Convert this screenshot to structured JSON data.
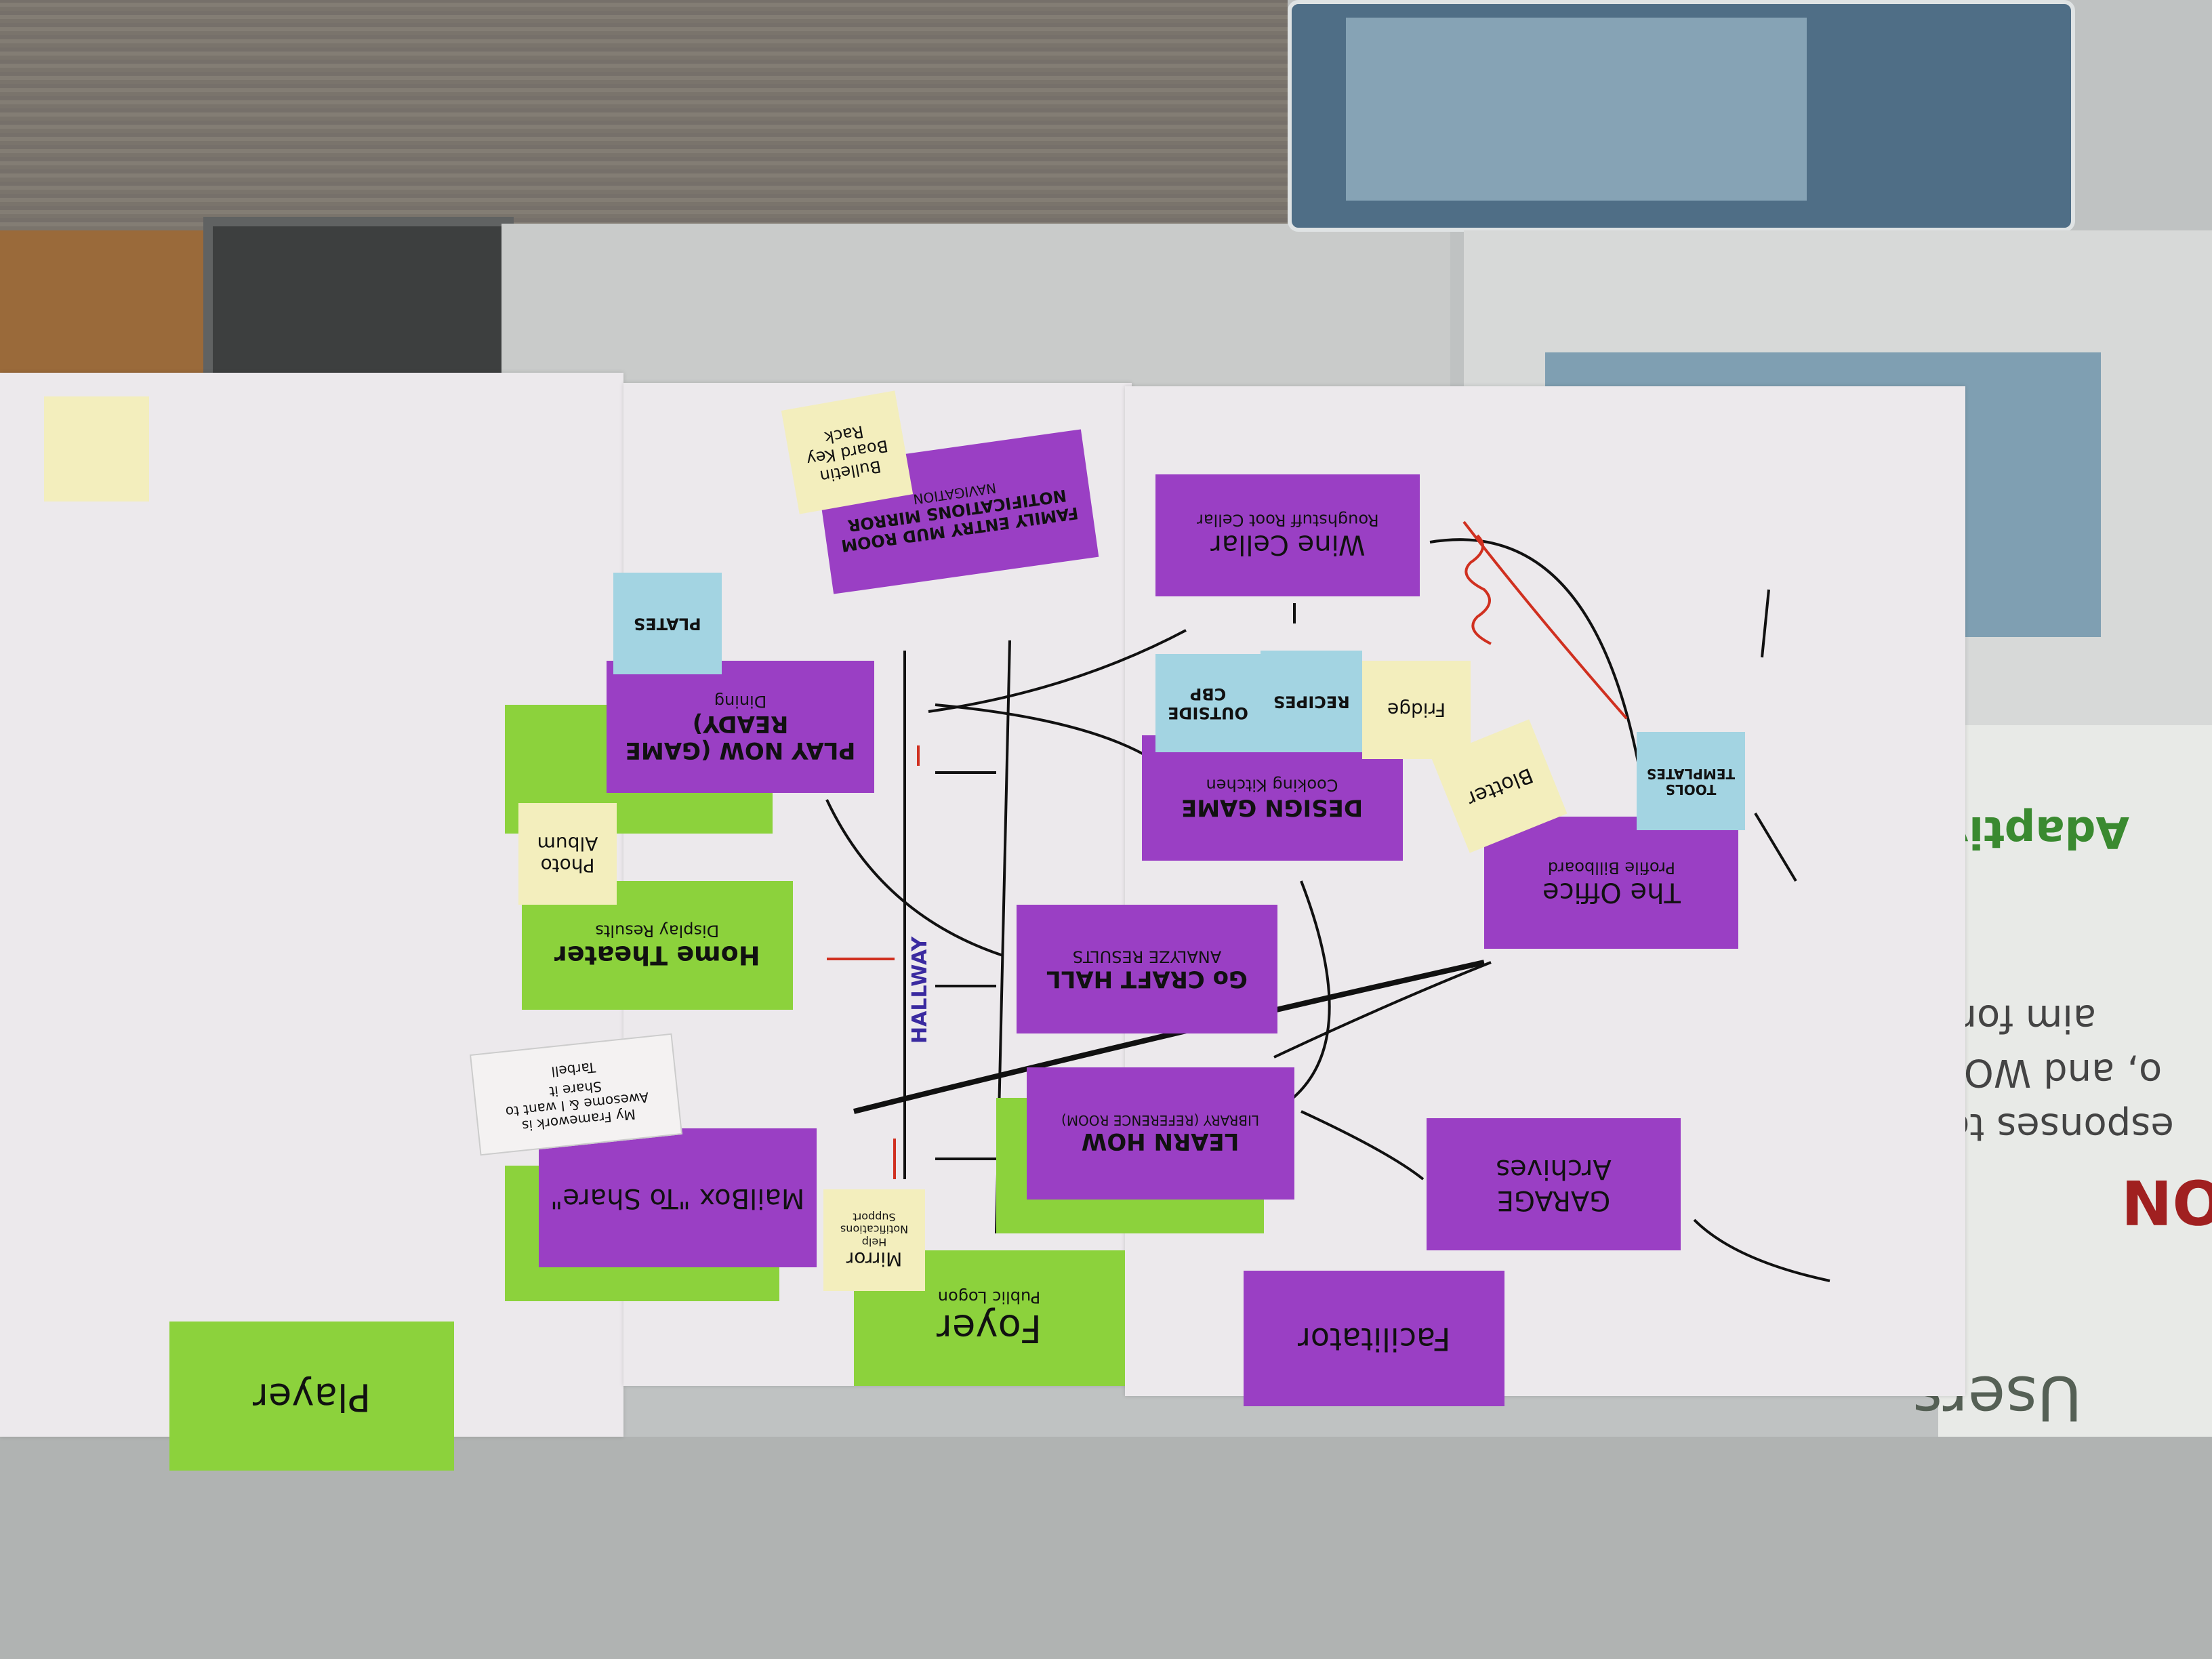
{
  "background": {
    "wall_text_right": "ON",
    "wall_text_mid": "esponses to a",
    "wall_text_mid2": "o, and WOW!",
    "wall_text_mid3": "aim for...\"",
    "wall_text_low": "Adaptive",
    "wall_text_users": "Users"
  },
  "notes": {
    "player": "Player",
    "foyer": "Foyer",
    "foyer_sub": "Public Logon",
    "facilitator": "Facilitator",
    "mirror": "Mirror",
    "mirror_sub": "Help Notifications Support",
    "mailbox": "MailBox \"To Share\"",
    "mailbox_note": "My Framework is Awesome & I want to Share it",
    "mailbox_tag": "Tarbell",
    "home_theater": "Home Theater",
    "home_theater_sub": "Display Results",
    "photo_album": "Photo Album",
    "play_now": "PLAY NOW (GAME READY)",
    "play_now_sub": "Dining",
    "plates": "PLATES",
    "family_entry": "FAMILY ENTRY MUD ROOM NOTIFICATIONS MIRROR",
    "family_entry_sub": "NAVIGATION",
    "bulletin": "Bulletin Board Key Rack",
    "wine_cellar": "Wine Cellar",
    "wine_cellar_sub": "Roughstuff Root Cellar",
    "design_game": "DESIGN GAME",
    "design_game_sub": "Cooking Kitchen",
    "recipes": "RECIPES",
    "outside_cbp": "OUTSIDE CBP",
    "fridge": "Fridge",
    "craft_hall": "Go CRAFT HALL",
    "craft_hall_sub": "ANALYZE RESULTS",
    "learn_how": "LEARN HOW",
    "learn_how_sub": "LIBRARY (REFERENCE ROOM)",
    "office": "The Office",
    "office_sub": "Profile Billboard",
    "tools": "TOOLS TEMPLATES",
    "blotter": "Blotter",
    "garage": "GARAGE Archives",
    "hallway": "HALLWAY"
  },
  "colors": {
    "purple": "#9a3fc4",
    "green": "#8cd23c",
    "yellow": "#f3eebd",
    "blue": "#a3d4e2",
    "ink": "#111111",
    "red_ink": "#d03020"
  }
}
